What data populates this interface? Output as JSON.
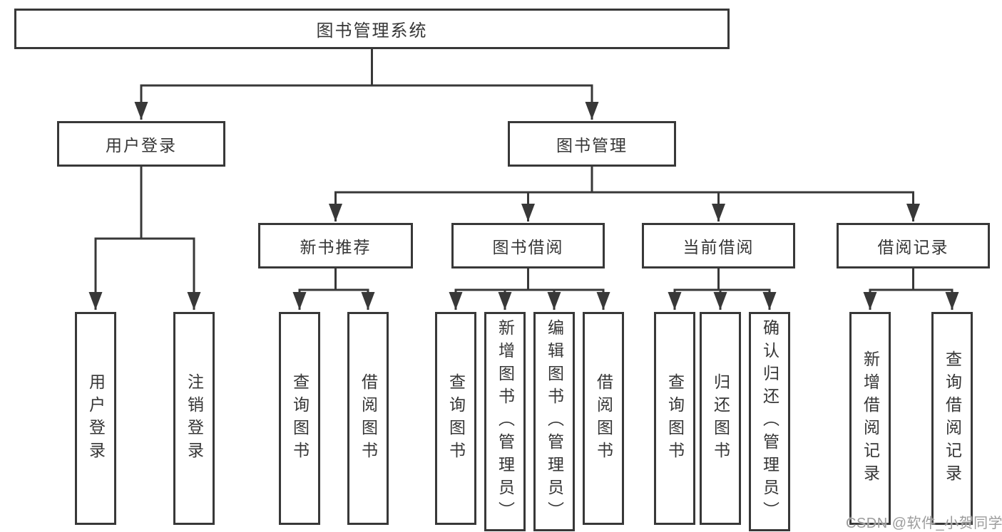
{
  "nodes": {
    "root": {
      "label": "图书管理系统"
    },
    "user_login": {
      "label": "用户登录"
    },
    "book_management": {
      "label": "图书管理"
    },
    "new_book_recommend": {
      "label": "新书推荐"
    },
    "book_borrowing": {
      "label": "图书借阅"
    },
    "current_borrowing": {
      "label": "当前借阅"
    },
    "borrowing_records": {
      "label": "借阅记录"
    },
    "leaf_user_login": {
      "label": "用户登录"
    },
    "leaf_logout_login": {
      "label": "注销登录"
    },
    "leaf_query_books_recommend": {
      "label": "查询图书"
    },
    "leaf_borrow_books_recommend": {
      "label": "借阅图书"
    },
    "leaf_query_books_borrowing": {
      "label": "查询图书"
    },
    "leaf_add_books_admin": {
      "label": "新增图书（管理员）"
    },
    "leaf_edit_books_admin": {
      "label": "编辑图书（管理员）"
    },
    "leaf_borrow_books_borrowing": {
      "label": "借阅图书"
    },
    "leaf_query_books_current": {
      "label": "查询图书"
    },
    "leaf_return_books": {
      "label": "归还图书"
    },
    "leaf_confirm_return_admin": {
      "label": "确认归还（管理员）"
    },
    "leaf_add_borrow_record": {
      "label": "新增借阅记录"
    },
    "leaf_query_borrow_record": {
      "label": "查询借阅记录"
    }
  },
  "watermark": {
    "text": "CSDN @软件_小贺同学",
    "color": "#9c9c9c"
  },
  "colors": {
    "line": "#383838",
    "box_border": "#383838",
    "text": "#363636",
    "background": "#ffffff"
  }
}
